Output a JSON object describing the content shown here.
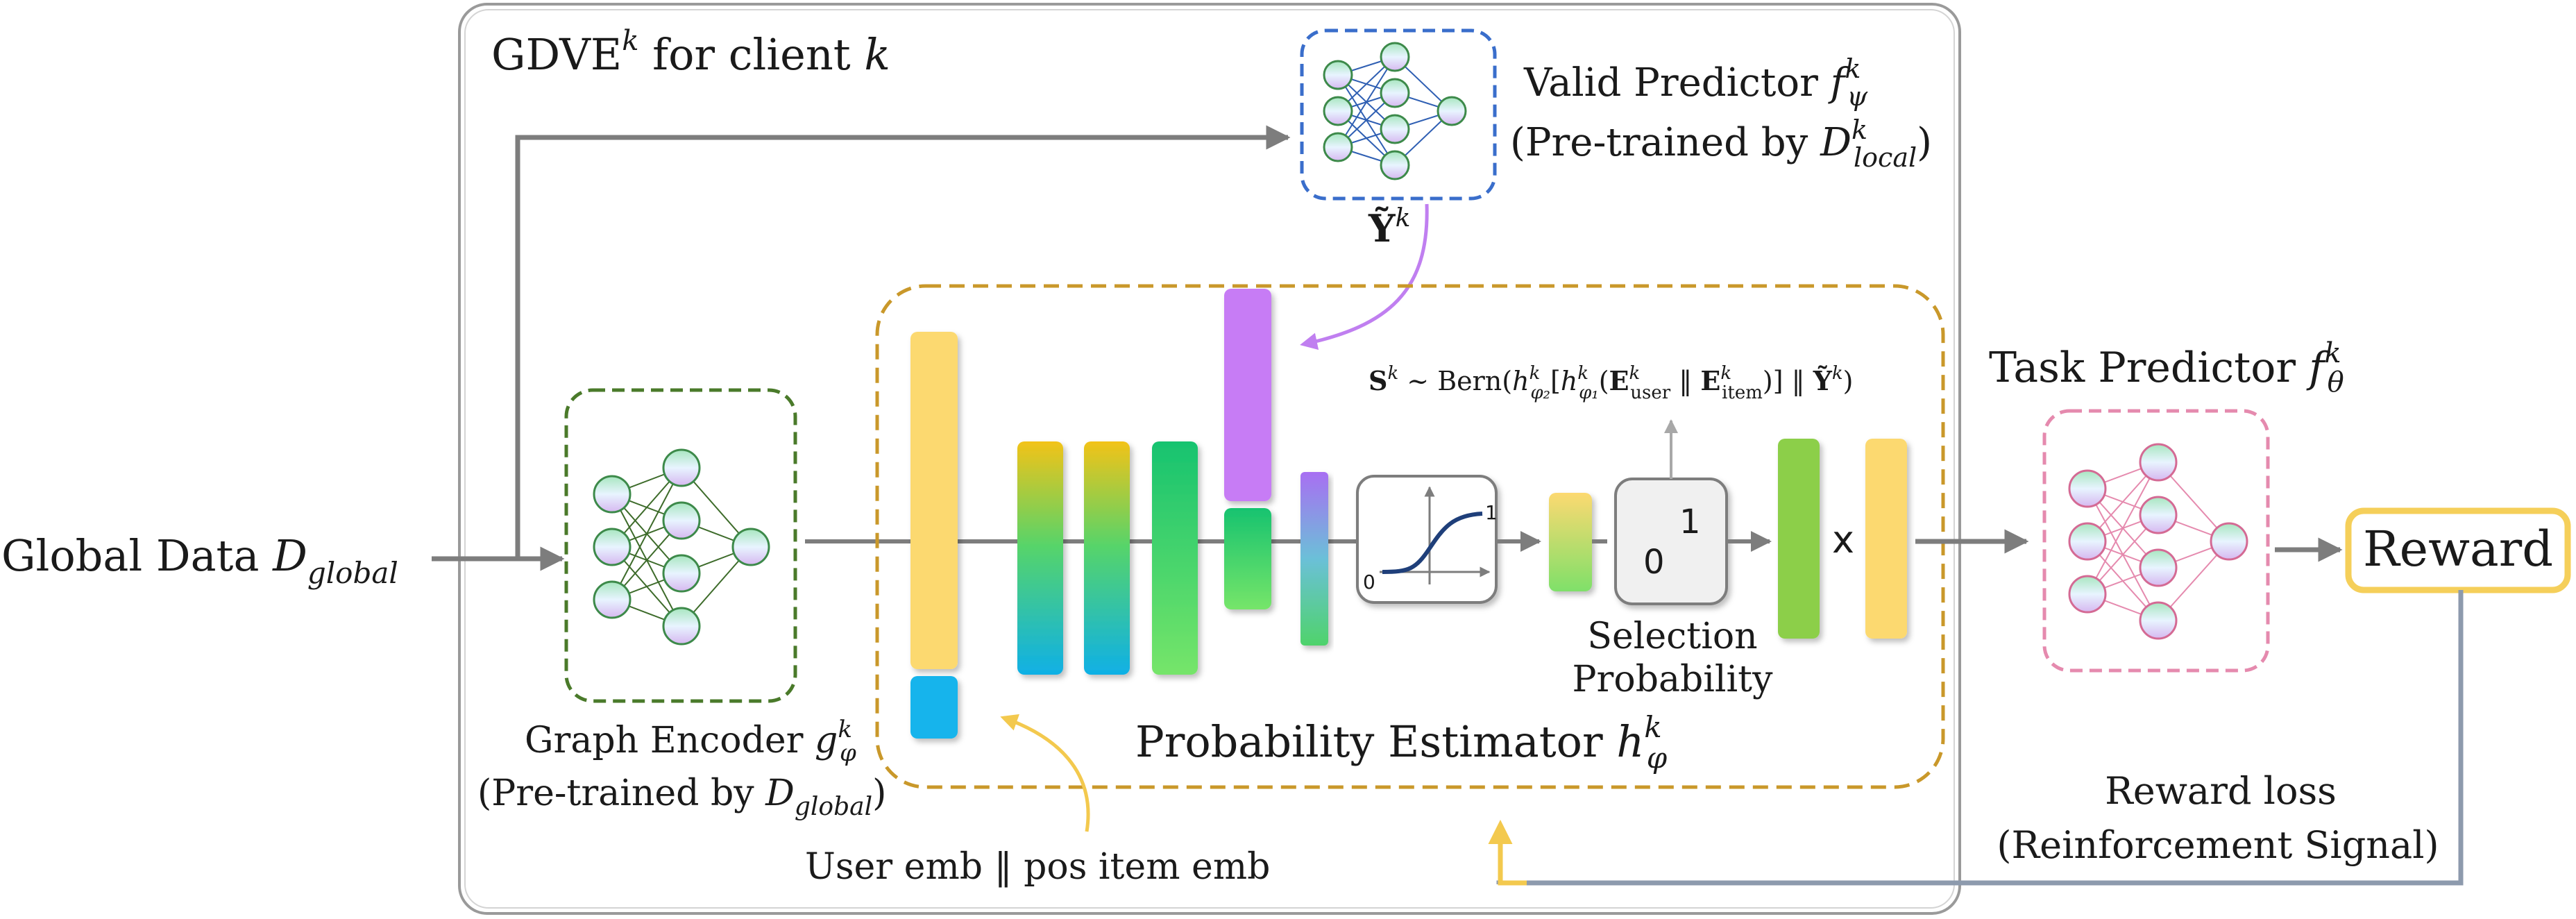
{
  "gdve": {
    "name": "GDVE",
    "sup": "k",
    "rest": " for client ",
    "k": "k"
  },
  "global_data": {
    "text": "Global Data ",
    "sym": "D",
    "sub": "global"
  },
  "graph_encoder": {
    "line1_text": "Graph Encoder ",
    "sym": "g",
    "sup": "k",
    "sub": "φ",
    "line2_text": "(Pre-trained by ",
    "line2_sym": "D",
    "line2_sub": "global",
    "line2_close": ")"
  },
  "valid_predictor": {
    "line1_text": "Valid Predictor ",
    "sym": "f",
    "sup": "k",
    "sub": "ψ",
    "line2_text": "(Pre-trained by ",
    "line2_sym": "D",
    "line2_sup": "k",
    "line2_sub": "local",
    "line2_close": ")"
  },
  "y_tilde": {
    "sym": "Ỹ",
    "sup": "k"
  },
  "formula": {
    "s": "S",
    "s_sup": "k",
    "sim": " ~ Bern(",
    "h": "h",
    "h_sup": "k",
    "h_sub": "φ₂",
    "br1": "[",
    "h2": "h",
    "h2_sup": "k",
    "h2_sub": "φ₁",
    "paren": "(",
    "e1": "E",
    "e1_sup": "k",
    "e1_sub": "user",
    "par1": " ‖ ",
    "e2": "E",
    "e2_sup": "k",
    "e2_sub": "item",
    "close1": ")] ‖ ",
    "y": "Ỹ",
    "y_sup": "k",
    "close2": ")"
  },
  "task_predictor": {
    "text": "Task Predictor ",
    "sym": "f",
    "sup": "k",
    "sub": "θ"
  },
  "reward": {
    "label": "Reward"
  },
  "reward_loss": {
    "line1": "Reward loss",
    "line2": "(Reinforcement Signal)"
  },
  "probability_estimator": {
    "text": "Probability Estimator ",
    "sym": "h",
    "sup": "k",
    "sub": "φ"
  },
  "selection_probability": {
    "line1": "Selection",
    "line2": "Probability"
  },
  "selection_box": {
    "one": "1",
    "zero": "0"
  },
  "sigmoid": {
    "one": "1",
    "zero": "0"
  },
  "multiply": "x",
  "user_emb": "User emb ‖ pos item emb",
  "colors": {
    "frame": "#9a9a9a",
    "arrow": "#7d7d7d",
    "encoder_border": "#4a7a2a",
    "valid_border": "#3a6ecb",
    "estimator_border": "#c9982a",
    "task_border": "#e58aae",
    "reward_border": "#f5cf5a",
    "purple_arrow": "#c07ff0",
    "yellow_arrow": "#f3c94e",
    "node_fill_top": "#a8e6c0",
    "node_fill_bottom": "#d6b8f0",
    "node_border": "#3d8a4a",
    "yellow_bar": "#fcd970",
    "blue_bar": "#12b4ec",
    "green_bar": "#35d36a",
    "purple_bar": "#c77bf5",
    "lime_bar": "#8ccf48"
  }
}
